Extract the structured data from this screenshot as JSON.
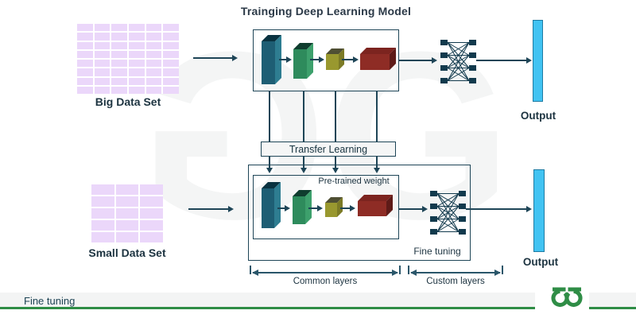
{
  "title": "Trainging Deep Learning Model",
  "palette": {
    "line": "#1e4557",
    "accent_green": "#2f8d46",
    "output_fill": "#41c3f2",
    "grid_cell": "#ebd7fa",
    "footer_band": "#f3f4f4"
  },
  "big_dataset": {
    "label": "Big Data Set",
    "rows": 8,
    "cols": 6
  },
  "small_dataset": {
    "label": "Small Data Set",
    "rows": 5,
    "cols": 3
  },
  "model_layers": [
    {
      "name": "input-layer",
      "front": "#1e5e74",
      "top": "#0a3240",
      "side": "#2e7d91"
    },
    {
      "name": "conv-layer",
      "front": "#2e8b5c",
      "top": "#0f3d2e",
      "side": "#3da06c"
    },
    {
      "name": "pool-layer",
      "front": "#99982f",
      "top": "#4f4f33",
      "side": "#7c7b26"
    },
    {
      "name": "dense-layer",
      "front": "#8e2c25",
      "top": "#7c241f",
      "side": "#5e1b18"
    }
  ],
  "transfer_label": "Transfer Learning",
  "pretrained_label": "Pre-trained weight",
  "fine_tuning_label": "Fine tuning",
  "outputs": {
    "top": "Output",
    "bottom": "Output"
  },
  "annotations": {
    "common": "Common layers",
    "custom": "Custom layers"
  },
  "footer": {
    "caption": "Fine tuning",
    "logo_icon": "geeksforgeeks-logo"
  }
}
